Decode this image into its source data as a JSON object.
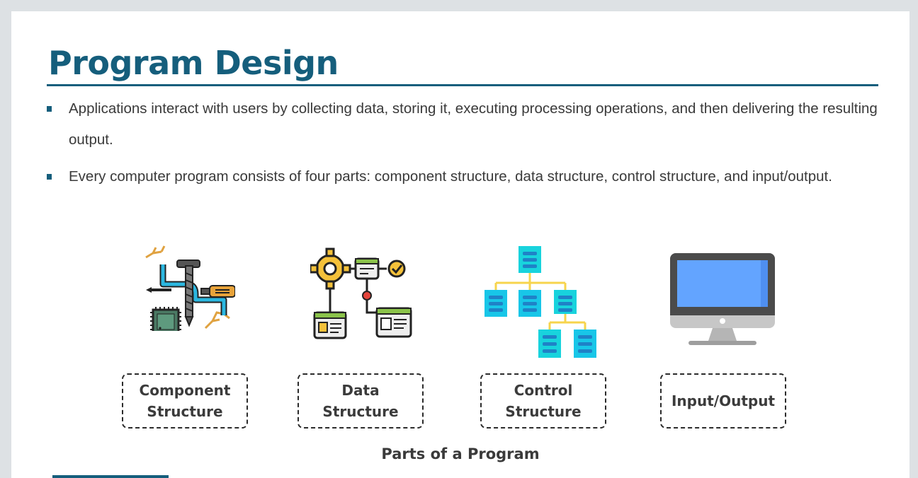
{
  "slide": {
    "title": "Program Design",
    "bullets": [
      "Applications interact with users by collecting data, storing it, executing processing operations, and then delivering the resulting output.",
      "Every computer program consists of four parts: component structure, data structure, control structure, and input/output."
    ],
    "parts": [
      {
        "label": "Component Structure",
        "icon": "tools-chip-icon"
      },
      {
        "label": "Data Structure",
        "icon": "gear-data-flow-icon"
      },
      {
        "label": "Control Structure",
        "icon": "hierarchy-tree-icon"
      },
      {
        "label": "Input/Output",
        "icon": "desktop-monitor-icon"
      }
    ],
    "caption": "Parts of a Program"
  },
  "colors": {
    "accent": "#155e7c",
    "text": "#3a3a3a",
    "background": "#dde1e4"
  }
}
